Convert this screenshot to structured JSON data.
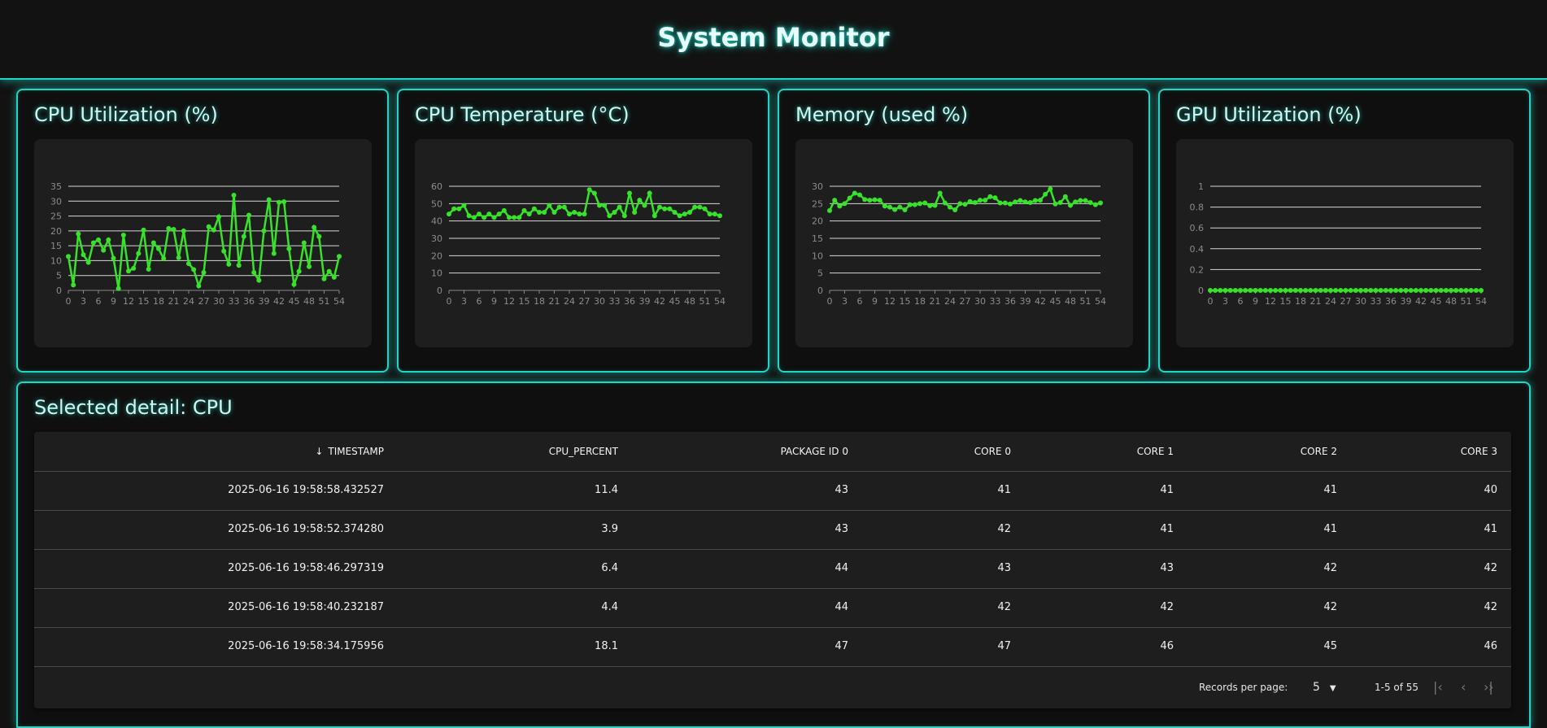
{
  "header": {
    "title": "System Monitor"
  },
  "charts": [
    {
      "title": "CPU Utilization (%)",
      "chart_data": {
        "type": "line",
        "ylim": [
          0,
          35
        ],
        "yticks": [
          0,
          5,
          10,
          15,
          20,
          25,
          30,
          35
        ],
        "xlim": [
          0,
          54
        ],
        "xticks": [
          0,
          3,
          6,
          9,
          12,
          15,
          18,
          21,
          24,
          27,
          30,
          33,
          36,
          39,
          42,
          45,
          48,
          51,
          54
        ],
        "series": [
          {
            "values": [
              11.4,
              1.8,
              19,
              12,
              9.4,
              16,
              17,
              13.5,
              17,
              10.8,
              0.6,
              18.6,
              6.5,
              7.4,
              12.4,
              20.3,
              7.1,
              16,
              14,
              10.7,
              20.8,
              20.5,
              11,
              20,
              9,
              7,
              1.5,
              6,
              21.4,
              20.3,
              24.7,
              13.2,
              8.8,
              32,
              8.4,
              18.1,
              25.3,
              6,
              3.4,
              20,
              30.5,
              12.4,
              29.6,
              29.8,
              14,
              2,
              6.4,
              16,
              8,
              21.2,
              18.1,
              3.9,
              6.4,
              4.4,
              11.4
            ]
          }
        ]
      }
    },
    {
      "title": "CPU Temperature (°C)",
      "chart_data": {
        "type": "line",
        "ylim": [
          0,
          60
        ],
        "yticks": [
          0,
          10,
          20,
          30,
          40,
          50,
          60
        ],
        "xlim": [
          0,
          54
        ],
        "xticks": [
          0,
          3,
          6,
          9,
          12,
          15,
          18,
          21,
          24,
          27,
          30,
          33,
          36,
          39,
          42,
          45,
          48,
          51,
          54
        ],
        "series": [
          {
            "values": [
              44,
              47,
              47,
              49,
              43,
              42,
              44,
              42,
              44,
              42,
              44,
              46,
              42,
              42,
              42,
              46,
              44,
              47,
              45,
              45,
              49,
              45,
              48,
              48,
              44,
              45,
              44,
              44,
              58,
              56,
              49,
              49,
              43,
              45,
              48,
              43,
              56,
              45,
              52,
              49,
              56,
              43,
              48,
              47,
              47,
              45,
              43,
              44,
              45,
              48,
              48,
              47,
              44,
              44,
              43
            ]
          }
        ]
      }
    },
    {
      "title": "Memory (used %)",
      "chart_data": {
        "type": "line",
        "ylim": [
          0,
          30
        ],
        "yticks": [
          0,
          5,
          10,
          15,
          20,
          25,
          30
        ],
        "xlim": [
          0,
          54
        ],
        "xticks": [
          0,
          3,
          6,
          9,
          12,
          15,
          18,
          21,
          24,
          27,
          30,
          33,
          36,
          39,
          42,
          45,
          48,
          51,
          54
        ],
        "series": [
          {
            "values": [
              23,
              26,
              24.3,
              25,
              26.6,
              28,
              27.5,
              26.2,
              26,
              26.1,
              26,
              24.3,
              24,
              23.3,
              24,
              23.2,
              24.7,
              24.7,
              25,
              25.2,
              24.4,
              24.5,
              28,
              25.2,
              24,
              23.2,
              25,
              24.8,
              25.6,
              25.3,
              26,
              26,
              27,
              26.7,
              25.2,
              25.2,
              24.9,
              25.5,
              25.9,
              25.5,
              25.3,
              25.9,
              26,
              27.7,
              29.2,
              24.9,
              25.3,
              27,
              24.5,
              25.5,
              25.9,
              25.9,
              25.3,
              24.7,
              25.2
            ]
          }
        ]
      }
    },
    {
      "title": "GPU Utilization (%)",
      "chart_data": {
        "type": "line",
        "ylim": [
          0,
          1
        ],
        "yticks": [
          0,
          0.2,
          0.4,
          0.6,
          0.8,
          1
        ],
        "xlim": [
          0,
          54
        ],
        "xticks": [
          0,
          3,
          6,
          9,
          12,
          15,
          18,
          21,
          24,
          27,
          30,
          33,
          36,
          39,
          42,
          45,
          48,
          51,
          54
        ],
        "series": [
          {
            "values": [
              0,
              0,
              0,
              0,
              0,
              0,
              0,
              0,
              0,
              0,
              0,
              0,
              0,
              0,
              0,
              0,
              0,
              0,
              0,
              0,
              0,
              0,
              0,
              0,
              0,
              0,
              0,
              0,
              0,
              0,
              0,
              0,
              0,
              0,
              0,
              0,
              0,
              0,
              0,
              0,
              0,
              0,
              0,
              0,
              0,
              0,
              0,
              0,
              0,
              0,
              0,
              0,
              0,
              0,
              0
            ]
          }
        ]
      }
    }
  ],
  "detail": {
    "title": "Selected detail: CPU",
    "columns": [
      "TIMESTAMP",
      "CPU_PERCENT",
      "PACKAGE ID 0",
      "CORE 0",
      "CORE 1",
      "CORE 2",
      "CORE 3"
    ],
    "rows": [
      [
        "2025-06-16 19:58:58.432527",
        "11.4",
        "43",
        "41",
        "41",
        "41",
        "40"
      ],
      [
        "2025-06-16 19:58:52.374280",
        "3.9",
        "43",
        "42",
        "41",
        "41",
        "41"
      ],
      [
        "2025-06-16 19:58:46.297319",
        "6.4",
        "44",
        "43",
        "43",
        "42",
        "42"
      ],
      [
        "2025-06-16 19:58:40.232187",
        "4.4",
        "44",
        "42",
        "42",
        "42",
        "42"
      ],
      [
        "2025-06-16 19:58:34.175956",
        "18.1",
        "47",
        "47",
        "46",
        "45",
        "46"
      ]
    ],
    "sort_icon": "arrow-down-icon",
    "pagination": {
      "records_label": "Records per page:",
      "page_size": "5",
      "range": "1-5 of 55"
    }
  },
  "colors": {
    "accent": "#20d6c7",
    "series": "#39e22a",
    "background": "#121212",
    "panel": "#1e1e1e"
  }
}
